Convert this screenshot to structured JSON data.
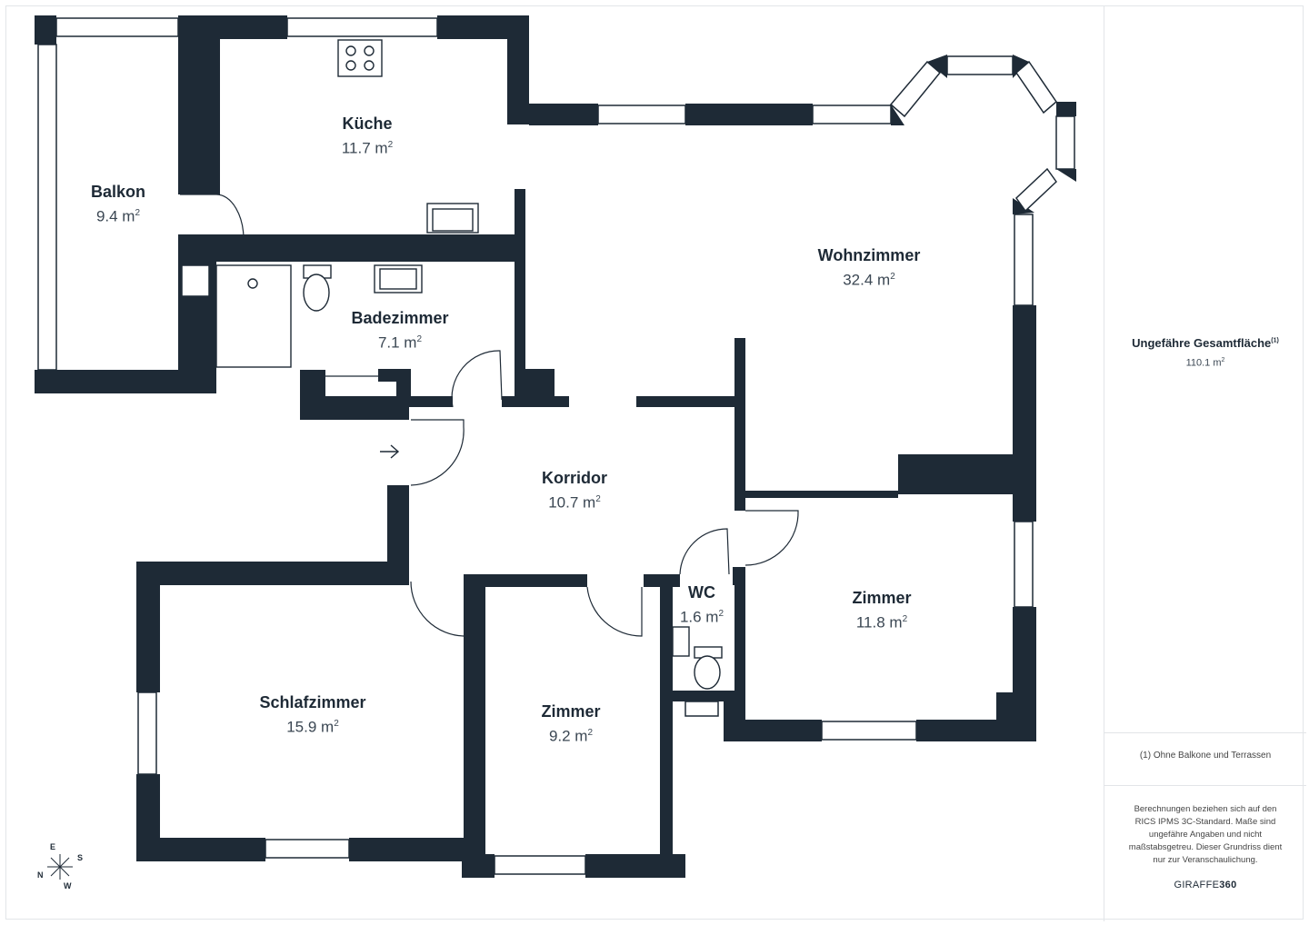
{
  "colors": {
    "wall": "#1e2a36",
    "window": "#ffffff",
    "text": "#1e2a36",
    "border": "#e2e5e8"
  },
  "rooms": [
    {
      "name": "Küche",
      "area": "11.7 m",
      "unit_sup": "2"
    },
    {
      "name": "Balkon",
      "area": "9.4 m",
      "unit_sup": "2"
    },
    {
      "name": "Badezimmer",
      "area": "7.1 m",
      "unit_sup": "2"
    },
    {
      "name": "Wohnzimmer",
      "area": "32.4 m",
      "unit_sup": "2"
    },
    {
      "name": "Korridor",
      "area": "10.7 m",
      "unit_sup": "2"
    },
    {
      "name": "WC",
      "area": "1.6 m",
      "unit_sup": "2"
    },
    {
      "name": "Zimmer",
      "area": "11.8 m",
      "unit_sup": "2"
    },
    {
      "name": "Schlafzimmer",
      "area": "15.9 m",
      "unit_sup": "2"
    },
    {
      "name": "Zimmer",
      "area": "9.2 m",
      "unit_sup": "2"
    }
  ],
  "sidebar": {
    "total_label": "Ungefähre Gesamtfläche",
    "total_label_sup": "(1)",
    "total_value": "110.1 m",
    "total_value_sup": "2",
    "footnote": "(1) Ohne Balkone und Terrassen",
    "disclaimer": "Berechnungen beziehen sich auf den RICS IPMS 3C-Standard. Maße sind ungefähre Angaben und nicht maßstabsgetreu. Dieser Grundriss dient nur zur Veranschaulichung.",
    "brand_prefix": "GIRAFFE",
    "brand_suffix": "360"
  },
  "compass": {
    "north": "N",
    "east": "E",
    "south": "S",
    "west": "W"
  },
  "icons": [
    "stove-icon",
    "sink-icon",
    "shower-icon",
    "toilet-icon",
    "washbasin-icon",
    "entrance-arrow-icon",
    "compass-icon"
  ]
}
